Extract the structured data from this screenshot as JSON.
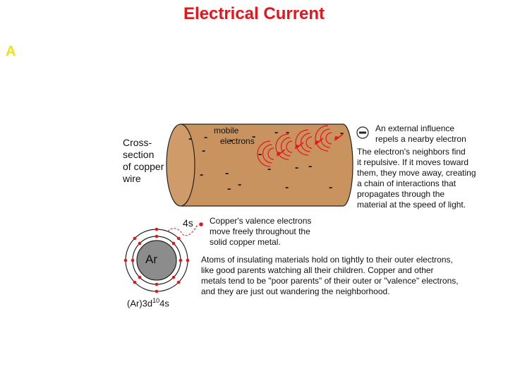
{
  "title": "Electrical Current",
  "slide_letter": "A",
  "colors": {
    "title": "#e8141b",
    "letter": "#f5e010",
    "wire": "#c8935e",
    "wave": "#e8141b",
    "electron_dot": "#e8141b"
  },
  "wire": {
    "cross_section_label": "Cross-section of copper wire",
    "cross_section_lines": [
      "Cross-",
      "section",
      "of copper",
      "wire"
    ],
    "mobile_electrons_lines": [
      "mobile",
      "electrons"
    ],
    "electron_symbol": "-"
  },
  "external": {
    "influence_lines": [
      "An external influence",
      "repels a nearby electron"
    ],
    "neighbors_lines": [
      "The electron's neighbors find",
      "it repulsive. If it moves toward",
      "them, they move away, creating",
      "a chain of interactions that",
      "propagates through the",
      "material at the speed of light."
    ]
  },
  "atom": {
    "core_label": "Ar",
    "orbital_label": "4s",
    "config_prefix": "(Ar)3d",
    "config_sup": "10",
    "config_suffix": "4s"
  },
  "valence_lines": [
    "Copper's valence electrons",
    "move freely throughout the",
    "solid copper metal."
  ],
  "insulator_lines": [
    "Atoms of insulating materials hold on tightly to their outer electrons,",
    "like good parents watching all their children. Copper and other",
    "metals tend to be \"poor parents\" of their outer or \"valence\" electrons,",
    "and they are just out wandering the neighborhood."
  ]
}
